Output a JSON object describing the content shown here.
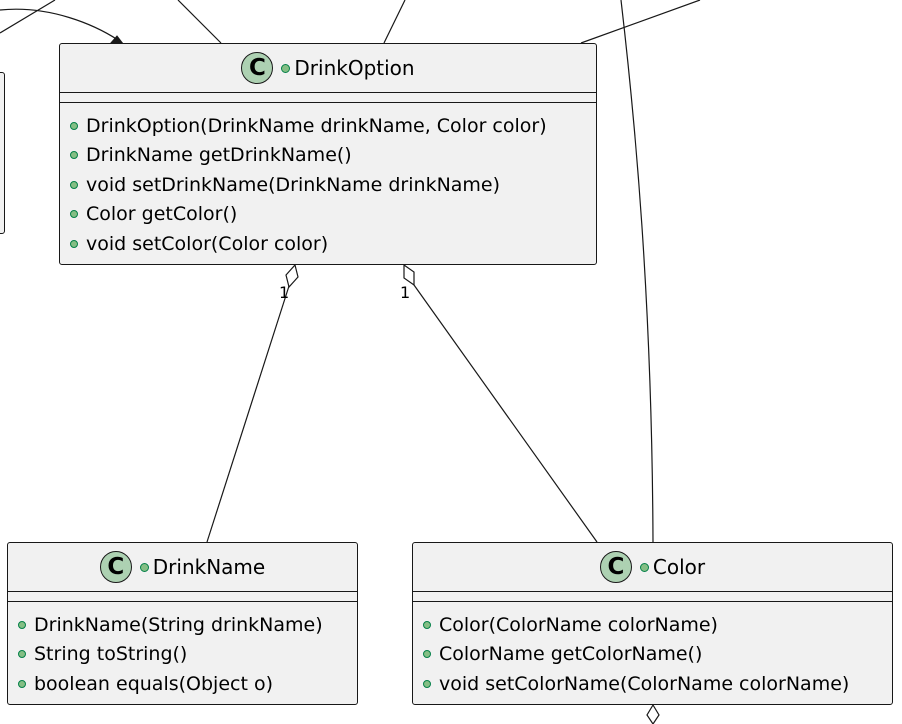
{
  "classes": {
    "drink_option": {
      "name": "DrinkOption",
      "methods": [
        "DrinkOption(DrinkName drinkName, Color color)",
        "DrinkName getDrinkName()",
        "void setDrinkName(DrinkName drinkName)",
        "Color getColor()",
        "void setColor(Color color)"
      ]
    },
    "drink_name": {
      "name": "DrinkName",
      "methods": [
        "DrinkName(String drinkName)",
        "String toString()",
        "boolean equals(Object o)"
      ]
    },
    "color": {
      "name": "Color",
      "methods": [
        "Color(ColorName colorName)",
        "ColorName getColorName()",
        "void setColorName(ColorName colorName)"
      ]
    }
  },
  "class_icon_letter": "C",
  "multiplicities": {
    "drinkoption_to_drinkname": "1",
    "drinkoption_to_color": "1"
  },
  "colors": {
    "class_fill": "#f1f1f1",
    "border": "#181818",
    "icon_fill": "#add1b2",
    "visibility_dot": "#84be84"
  }
}
